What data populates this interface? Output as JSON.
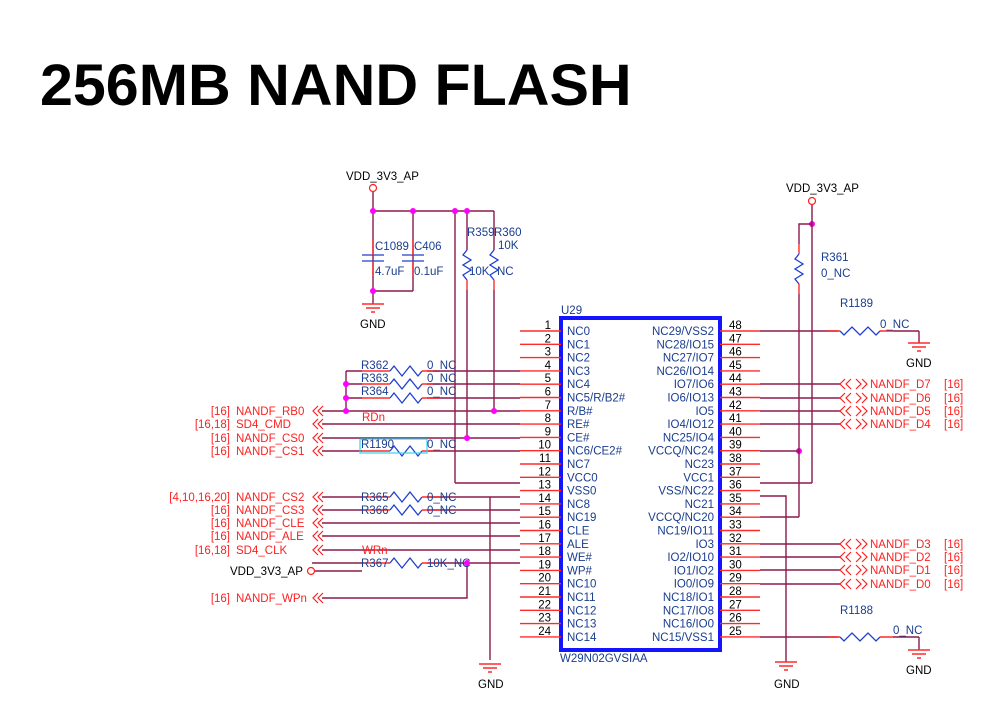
{
  "title": "256MB NAND FLASH",
  "power": {
    "vdd_top_left": "VDD_3V3_AP",
    "vdd_top_right": "VDD_3V3_AP",
    "vdd_left_port": "VDD_3V3_AP",
    "gnd": "GND"
  },
  "capacitors": [
    {
      "ref": "C1089",
      "value": "4.7uF"
    },
    {
      "ref": "C406",
      "value": "0.1uF"
    }
  ],
  "resistors": {
    "r359": {
      "ref": "R359",
      "value": "10K"
    },
    "r360": {
      "ref": "R360",
      "value": "10K",
      "value2": "NC"
    },
    "r361": {
      "ref": "R361",
      "value": "0_NC"
    },
    "r362": {
      "ref": "R362",
      "value": "0_NC"
    },
    "r363": {
      "ref": "R363",
      "value": "0_NC"
    },
    "r364": {
      "ref": "R364",
      "value": "0_NC"
    },
    "r1190": {
      "ref": "R1190",
      "value": "0_NC"
    },
    "r365": {
      "ref": "R365",
      "value": "0_NC"
    },
    "r366": {
      "ref": "R366",
      "value": "0_NC"
    },
    "r367": {
      "ref": "R367",
      "value": "10K_NC"
    },
    "r1189": {
      "ref": "R1189",
      "value": "0_NC"
    },
    "r1188": {
      "ref": "R1188",
      "value": "0_NC"
    }
  },
  "net_labels": {
    "rdn": "RDn",
    "wrn": "WRn"
  },
  "chip": {
    "ref": "U29",
    "part": "W29N02GVSIAA",
    "left_pins": [
      {
        "num": "1",
        "name": "NC0"
      },
      {
        "num": "2",
        "name": "NC1"
      },
      {
        "num": "3",
        "name": "NC2"
      },
      {
        "num": "4",
        "name": "NC3"
      },
      {
        "num": "5",
        "name": "NC4"
      },
      {
        "num": "6",
        "name": "NC5/R/B2#"
      },
      {
        "num": "7",
        "name": "R/B#"
      },
      {
        "num": "8",
        "name": "RE#"
      },
      {
        "num": "9",
        "name": "CE#"
      },
      {
        "num": "10",
        "name": "NC6/CE2#"
      },
      {
        "num": "11",
        "name": "NC7"
      },
      {
        "num": "12",
        "name": "VCC0"
      },
      {
        "num": "13",
        "name": "VSS0"
      },
      {
        "num": "14",
        "name": "NC8"
      },
      {
        "num": "15",
        "name": "NC19"
      },
      {
        "num": "16",
        "name": "CLE"
      },
      {
        "num": "17",
        "name": "ALE"
      },
      {
        "num": "18",
        "name": "WE#"
      },
      {
        "num": "19",
        "name": "WP#"
      },
      {
        "num": "20",
        "name": "NC10"
      },
      {
        "num": "21",
        "name": "NC11"
      },
      {
        "num": "22",
        "name": "NC12"
      },
      {
        "num": "23",
        "name": "NC13"
      },
      {
        "num": "24",
        "name": "NC14"
      }
    ],
    "right_pins": [
      {
        "num": "48",
        "name": "NC29/VSS2"
      },
      {
        "num": "47",
        "name": "NC28/IO15"
      },
      {
        "num": "46",
        "name": "NC27/IO7"
      },
      {
        "num": "45",
        "name": "NC26/IO14"
      },
      {
        "num": "44",
        "name": "IO7/IO6"
      },
      {
        "num": "43",
        "name": "IO6/IO13"
      },
      {
        "num": "42",
        "name": "IO5"
      },
      {
        "num": "41",
        "name": "IO4/IO12"
      },
      {
        "num": "40",
        "name": "NC25/IO4"
      },
      {
        "num": "39",
        "name": "VCCQ/NC24"
      },
      {
        "num": "38",
        "name": "NC23"
      },
      {
        "num": "37",
        "name": "VCC1"
      },
      {
        "num": "36",
        "name": "VSS/NC22"
      },
      {
        "num": "35",
        "name": "NC21"
      },
      {
        "num": "34",
        "name": "VCCQ/NC20"
      },
      {
        "num": "33",
        "name": "NC19/IO11"
      },
      {
        "num": "32",
        "name": "IO3"
      },
      {
        "num": "31",
        "name": "IO2/IO10"
      },
      {
        "num": "30",
        "name": "IO1/IO2"
      },
      {
        "num": "29",
        "name": "IO0/IO9"
      },
      {
        "num": "28",
        "name": "NC18/IO1"
      },
      {
        "num": "27",
        "name": "NC17/IO8"
      },
      {
        "num": "26",
        "name": "NC16/IO0"
      },
      {
        "num": "25",
        "name": "NC15/VSS1"
      }
    ]
  },
  "left_ports": [
    {
      "ref": "[16]",
      "name": "NANDF_RB0"
    },
    {
      "ref": "[16,18]",
      "name": "SD4_CMD"
    },
    {
      "ref": "[16]",
      "name": "NANDF_CS0"
    },
    {
      "ref": "[16]",
      "name": "NANDF_CS1"
    },
    {
      "ref": "[4,10,16,20]",
      "name": "NANDF_CS2"
    },
    {
      "ref": "[16]",
      "name": "NANDF_CS3"
    },
    {
      "ref": "[16]",
      "name": "NANDF_CLE"
    },
    {
      "ref": "[16]",
      "name": "NANDF_ALE"
    },
    {
      "ref": "[16,18]",
      "name": "SD4_CLK"
    },
    {
      "ref": "[16]",
      "name": "NANDF_WPn"
    }
  ],
  "right_ports": [
    {
      "name": "NANDF_D7",
      "ref": "[16]"
    },
    {
      "name": "NANDF_D6",
      "ref": "[16]"
    },
    {
      "name": "NANDF_D5",
      "ref": "[16]"
    },
    {
      "name": "NANDF_D4",
      "ref": "[16]"
    },
    {
      "name": "NANDF_D3",
      "ref": "[16]"
    },
    {
      "name": "NANDF_D2",
      "ref": "[16]"
    },
    {
      "name": "NANDF_D1",
      "ref": "[16]"
    },
    {
      "name": "NANDF_D0",
      "ref": "[16]"
    }
  ]
}
